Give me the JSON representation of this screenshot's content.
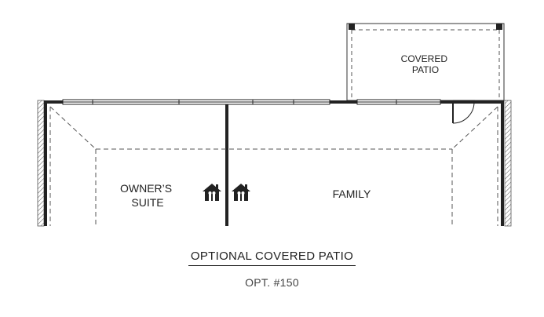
{
  "plan": {
    "rooms": [
      {
        "id": "covered-patio",
        "lines": [
          "COVERED",
          "PATIO"
        ]
      },
      {
        "id": "owners-suite",
        "lines": [
          "OWNER’S",
          "SUITE"
        ]
      },
      {
        "id": "family",
        "lines": [
          "FAMILY"
        ]
      }
    ],
    "symbols": [
      "house-icon",
      "house-icon"
    ]
  },
  "caption": {
    "title": "OPTIONAL COVERED PATIO",
    "option": "OPT. #150"
  }
}
